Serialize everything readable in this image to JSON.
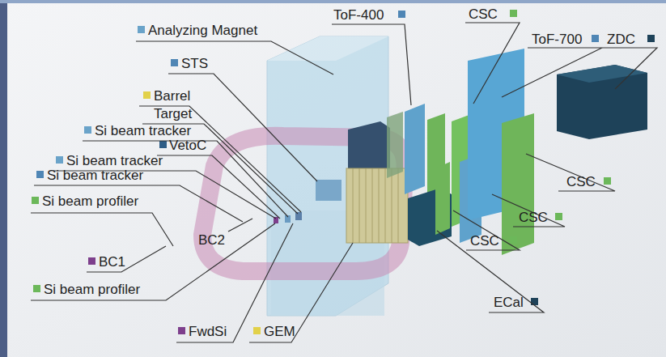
{
  "diagram": {
    "labels": [
      "Analyzing Magnet",
      "STS",
      "Barrel",
      "Target",
      "Si beam tracker",
      "VetoC",
      "Si beam tracker",
      "Si beam tracker",
      "Si beam profiler",
      "BC2",
      "BC1",
      "Si beam profiler",
      "FwdSi",
      "GEM",
      "ToF-400",
      "CSC",
      "ToF-700",
      "ZDC",
      "CSC",
      "CSC",
      "CSC",
      "ECal"
    ]
  }
}
